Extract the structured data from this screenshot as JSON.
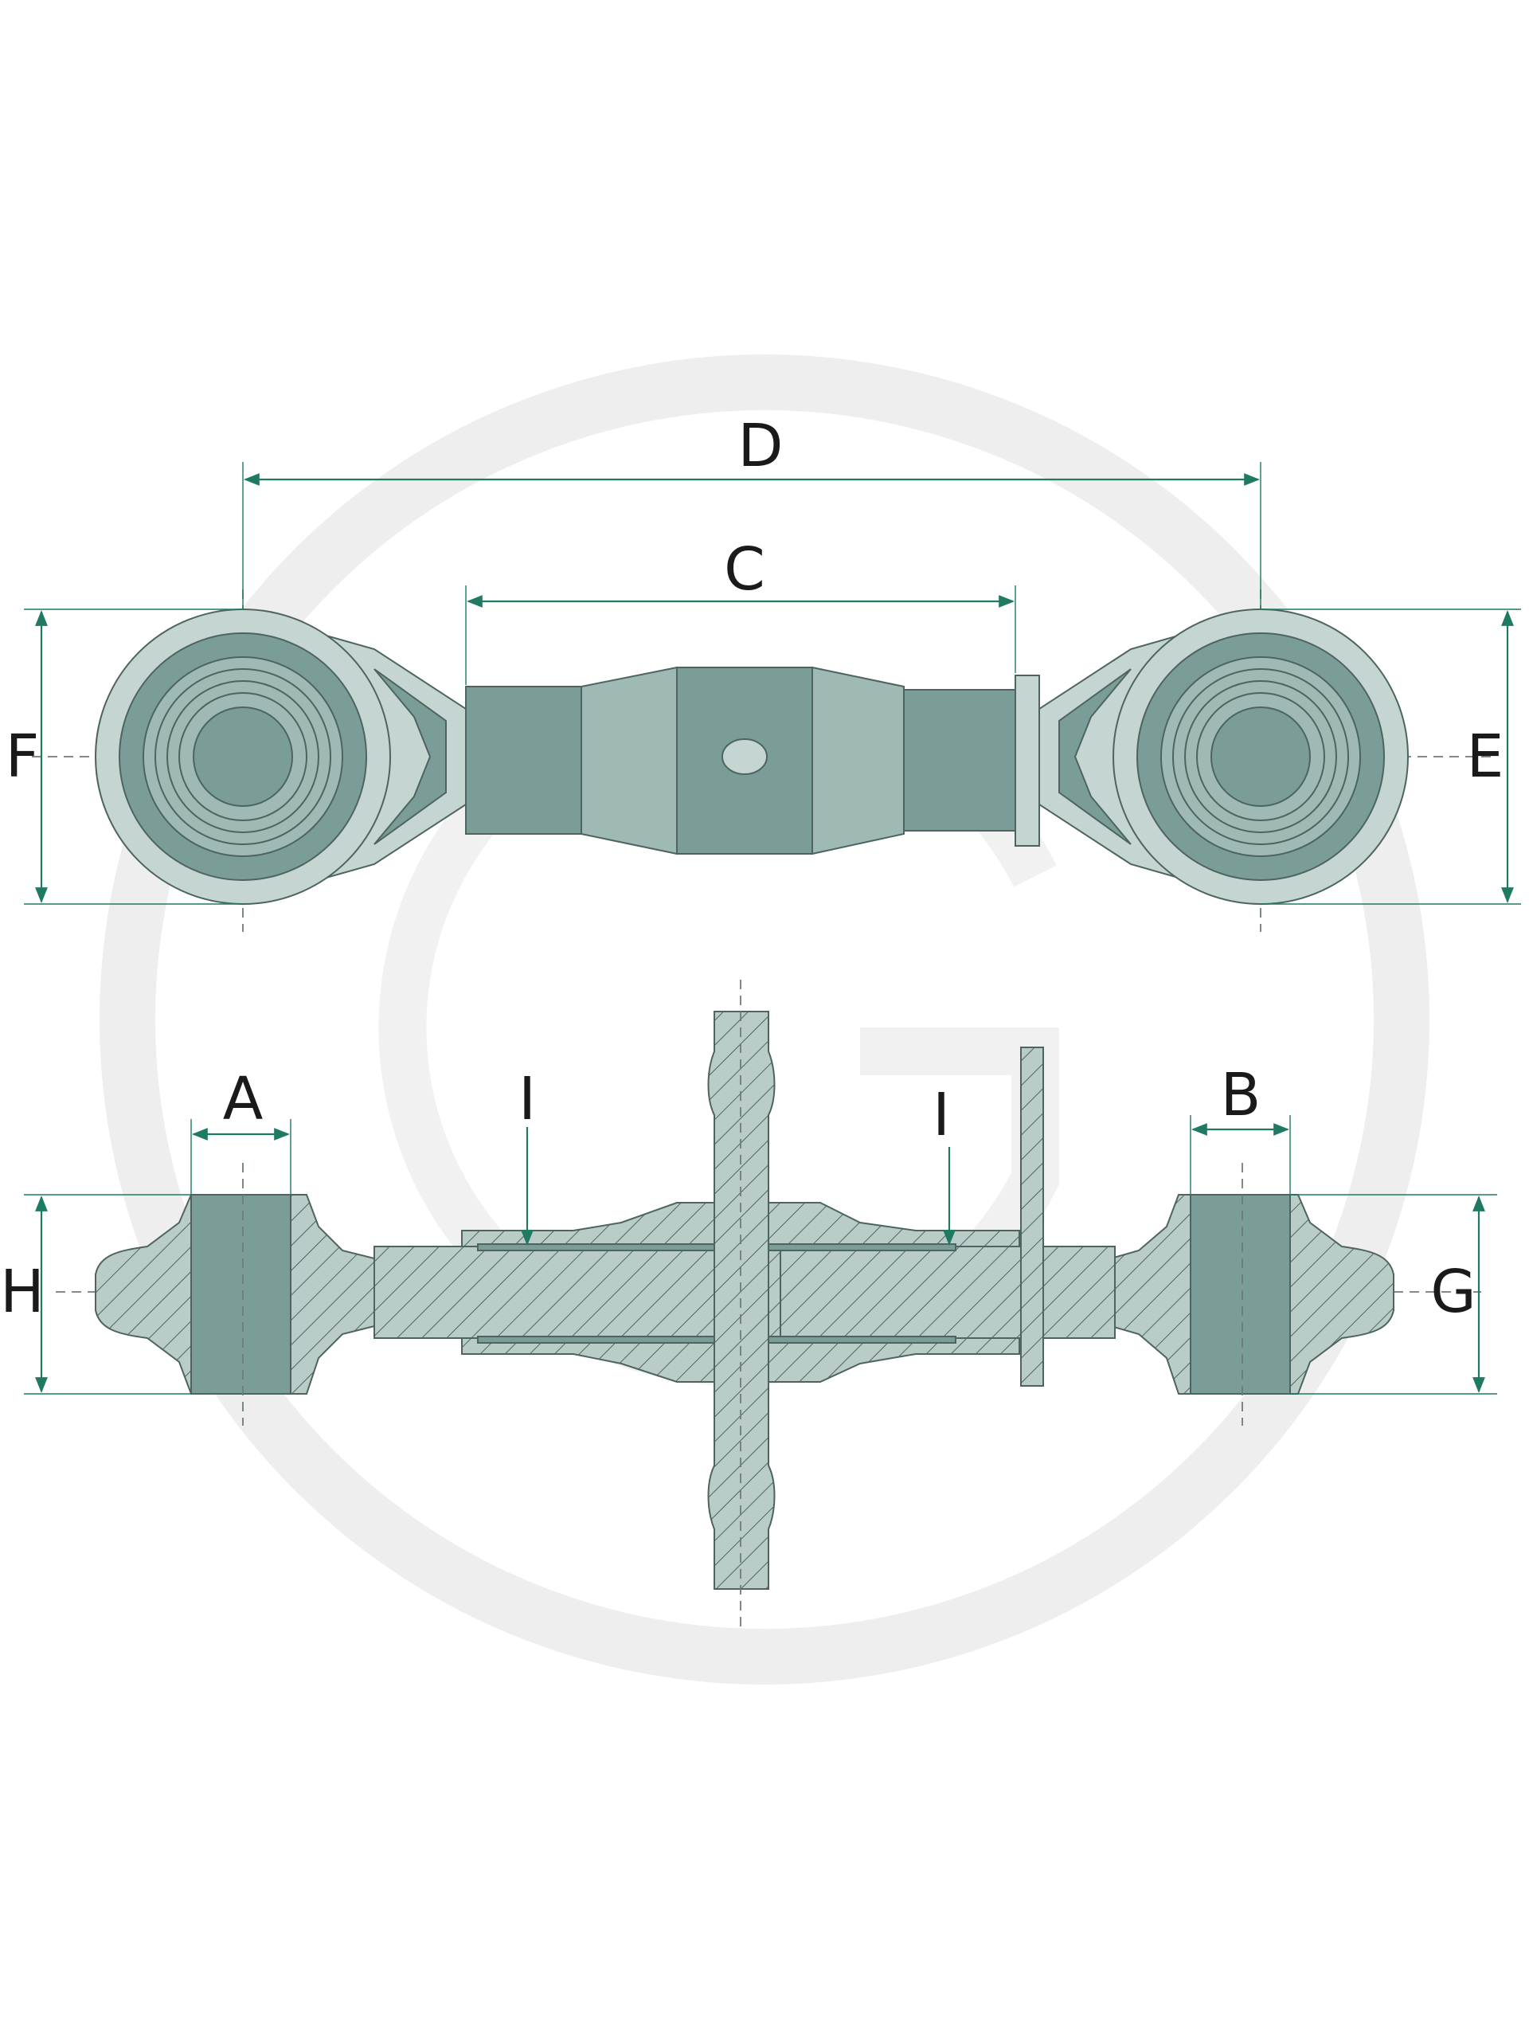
{
  "labels": {
    "A": "A",
    "B": "B",
    "C": "C",
    "D": "D",
    "E": "E",
    "F": "F",
    "G": "G",
    "H": "H",
    "I_left": "I",
    "I_right": "I"
  },
  "colors": {
    "dimension_lines": "#1f7a63",
    "part_dark": "#7a9d97",
    "part_mid": "#9fbab5",
    "part_light": "#c5d5d2",
    "outline": "#4e6460",
    "watermark": "#eeeeee"
  }
}
